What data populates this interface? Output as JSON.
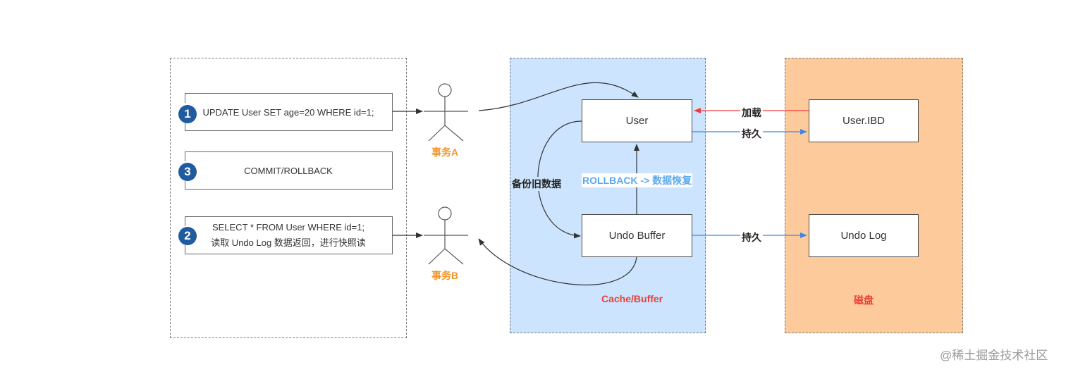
{
  "statements": {
    "update": "UPDATE User  SET  age=20  WHERE id=1;",
    "commit": "COMMIT/ROLLBACK",
    "select": "SELECT * FROM User  WHERE id=1;",
    "select_note": "读取 Undo Log 数据返回，进行快照读"
  },
  "numbers": {
    "n1": "1",
    "n2": "2",
    "n3": "3"
  },
  "actors": {
    "a": "事务A",
    "b": "事务B"
  },
  "cache": {
    "label": "Cache/Buffer",
    "user": "User",
    "undo_buffer": "Undo Buffer",
    "backup_label": "备份旧数据",
    "rollback_label": "ROLLBACK -> 数据恢复"
  },
  "disk": {
    "label": "磁盘",
    "user_ibd": "User.IBD",
    "undo_log": "Undo Log",
    "load_label": "加载",
    "persist_label_1": "持久",
    "persist_label_2": "持久"
  },
  "watermark": "@稀土掘金技术社区",
  "colors": {
    "cache_bg": "#cce4fd",
    "disk_bg": "#fdcb9b",
    "actor_label": "#f0962b",
    "cache_label": "#e8403b",
    "load_arrow": "#ee3d3d",
    "persist_arrow": "#3a86e8",
    "rollback_text": "#5aa9f0",
    "number_circle": "#1f5b9e"
  }
}
